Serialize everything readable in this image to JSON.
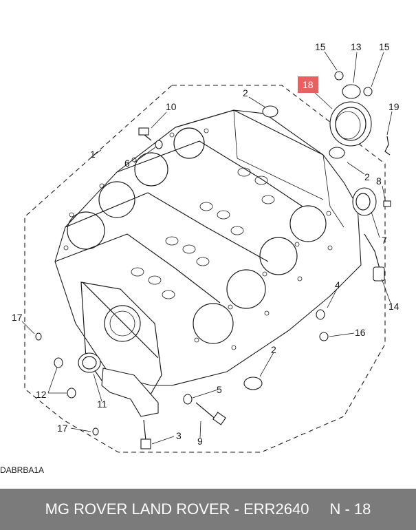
{
  "diagram": {
    "callouts": {
      "c15a": "15",
      "c13": "13",
      "c15b": "15",
      "c18": "18",
      "c19": "19",
      "c2a": "2",
      "c10": "10",
      "c1": "1",
      "c6": "6",
      "c2b": "2",
      "c8": "8",
      "c7": "7",
      "c4": "4",
      "c14": "14",
      "c17a": "17",
      "c16": "16",
      "c2c": "2",
      "c12": "12",
      "c11": "11",
      "c5": "5",
      "c17b": "17",
      "c3": "3",
      "c9": "9"
    },
    "highlighted_callout": "18",
    "highlight_color": "#e8605f",
    "reference_code": "DABRBA1A"
  },
  "footer": {
    "title": "MG ROVER LAND ROVER - ERR2640",
    "page": "N - 18",
    "background_color": "#7b7b7b"
  }
}
